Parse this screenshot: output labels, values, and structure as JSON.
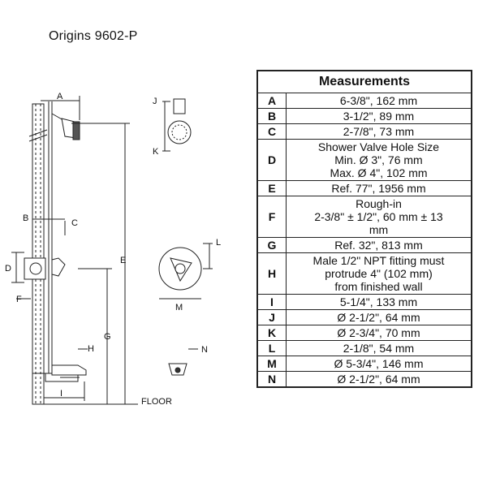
{
  "title": "Origins  9602-P",
  "diagram_labels": {
    "A": "A",
    "B": "B",
    "C": "C",
    "D": "D",
    "E": "E",
    "F": "F",
    "G": "G",
    "H": "H",
    "I": "I",
    "J": "J",
    "K": "K",
    "L": "L",
    "M": "M",
    "N": "N",
    "floor": "FLOOR"
  },
  "table": {
    "header": "Measurements",
    "rows": [
      {
        "label": "A",
        "lines": [
          "6-3/8\", 162 mm"
        ]
      },
      {
        "label": "B",
        "lines": [
          "3-1/2\", 89 mm"
        ]
      },
      {
        "label": "C",
        "lines": [
          "2-7/8\", 73 mm"
        ]
      },
      {
        "label": "D",
        "lines": [
          "Shower Valve Hole Size",
          "Min. Ø 3\", 76 mm",
          "Max. Ø 4\", 102 mm"
        ]
      },
      {
        "label": "E",
        "lines": [
          "Ref. 77\", 1956 mm"
        ]
      },
      {
        "label": "F",
        "lines": [
          "Rough-in",
          "2-3/8\" ± 1/2\", 60 mm ± 13",
          "mm"
        ]
      },
      {
        "label": "G",
        "lines": [
          "Ref. 32\", 813 mm"
        ]
      },
      {
        "label": "H",
        "lines": [
          "Male 1/2\" NPT fitting must",
          "protrude 4\" (102 mm)",
          "from finished wall"
        ]
      },
      {
        "label": "I",
        "lines": [
          "5-1/4\", 133 mm"
        ]
      },
      {
        "label": "J",
        "lines": [
          "Ø 2-1/2\", 64 mm"
        ]
      },
      {
        "label": "K",
        "lines": [
          "Ø 2-3/4\", 70 mm"
        ]
      },
      {
        "label": "L",
        "lines": [
          "2-1/8\", 54 mm"
        ]
      },
      {
        "label": "M",
        "lines": [
          "Ø 5-3/4\", 146 mm"
        ]
      },
      {
        "label": "N",
        "lines": [
          "Ø 2-1/2\", 64 mm"
        ]
      }
    ]
  }
}
